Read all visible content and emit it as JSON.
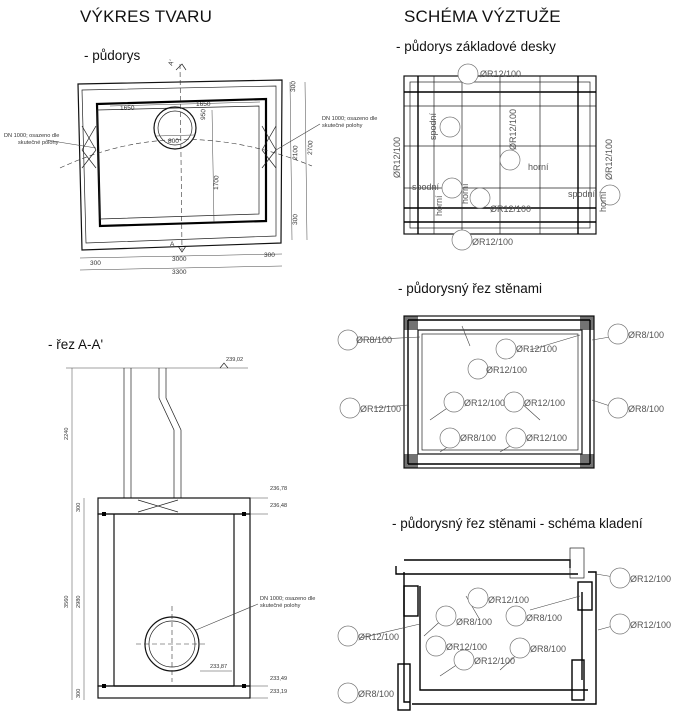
{
  "titles": {
    "left": "VÝKRES TVARU",
    "right": "SCHÉMA VÝZTUŽE"
  },
  "subtitles": {
    "plan": "- půdorys",
    "section": "- řez A-A'",
    "base_slab": "- půdorys základové desky",
    "wall_section": "- půdorysný řez stěnami",
    "wall_laying": "- půdorysný řez stěnami - schéma kladení"
  },
  "plan": {
    "dims": {
      "d1650a": "1650",
      "d1650b": "1650",
      "d950": "950",
      "d800": "800",
      "d2100": "2100",
      "d1700": "1700",
      "d2700": "2700",
      "d300a": "300",
      "d300b": "300",
      "d300c": "300",
      "d300d": "300",
      "d3000": "3000",
      "d3300": "3300"
    },
    "section_mark_top": "A'",
    "section_mark_bottom": "A",
    "note_left": [
      "DN 1000; osazeno dle",
      "skutečné polohy"
    ],
    "note_right": [
      "DN 1000; osazeno dle",
      "skutečné polohy"
    ]
  },
  "section": {
    "level_top": "239,02",
    "level_2": "236,78",
    "level_3": "236,48",
    "level_pipe": "233,87",
    "level_4": "233,49",
    "level_5": "233,19",
    "dim_2240": "2240",
    "dim_300a": "300",
    "dim_3560": "3560",
    "dim_2980": "2980",
    "dim_300b": "300",
    "note": [
      "DN 1000; osazeno dle",
      "skutečné polohy"
    ]
  },
  "base_slab": {
    "bars": [
      "ØR12/100",
      "ØR12/100",
      "ØR12/100",
      "ØR12/100",
      "ØR12/100",
      "ØR12/100"
    ],
    "labels": [
      "spodní",
      "spodní",
      "horní",
      "horní",
      "horní",
      "spodní",
      "horní"
    ]
  },
  "wall_section": {
    "bars": [
      "ØR8/100",
      "ØR12/100",
      "ØR12/100",
      "ØR8/100",
      "ØR12/100",
      "ØR12/100",
      "ØR12/100",
      "ØR8/100",
      "ØR8/100",
      "ØR12/100"
    ]
  },
  "wall_laying": {
    "bars": [
      "ØR12/100",
      "ØR12/100",
      "ØR8/100",
      "ØR8/100",
      "ØR12/100",
      "ØR12/100",
      "ØR12/100",
      "ØR8/100",
      "ØR12/100",
      "ØR8/100"
    ]
  }
}
